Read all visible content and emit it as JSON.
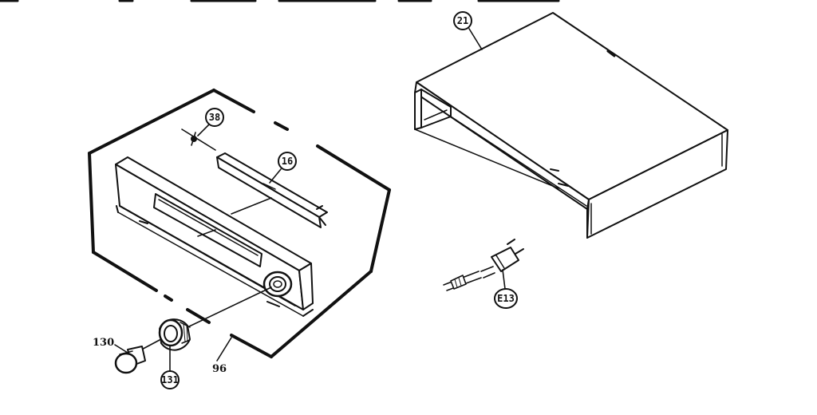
{
  "diagram": {
    "callouts": {
      "top_cover": "21",
      "screw": "38",
      "bracket": "16",
      "knob_collar": "131",
      "power_cord": "E13"
    },
    "labels": {
      "knob": "130",
      "front_panel": "96"
    },
    "colors": {
      "ink": "#111111",
      "paper": "#ffffff"
    }
  }
}
